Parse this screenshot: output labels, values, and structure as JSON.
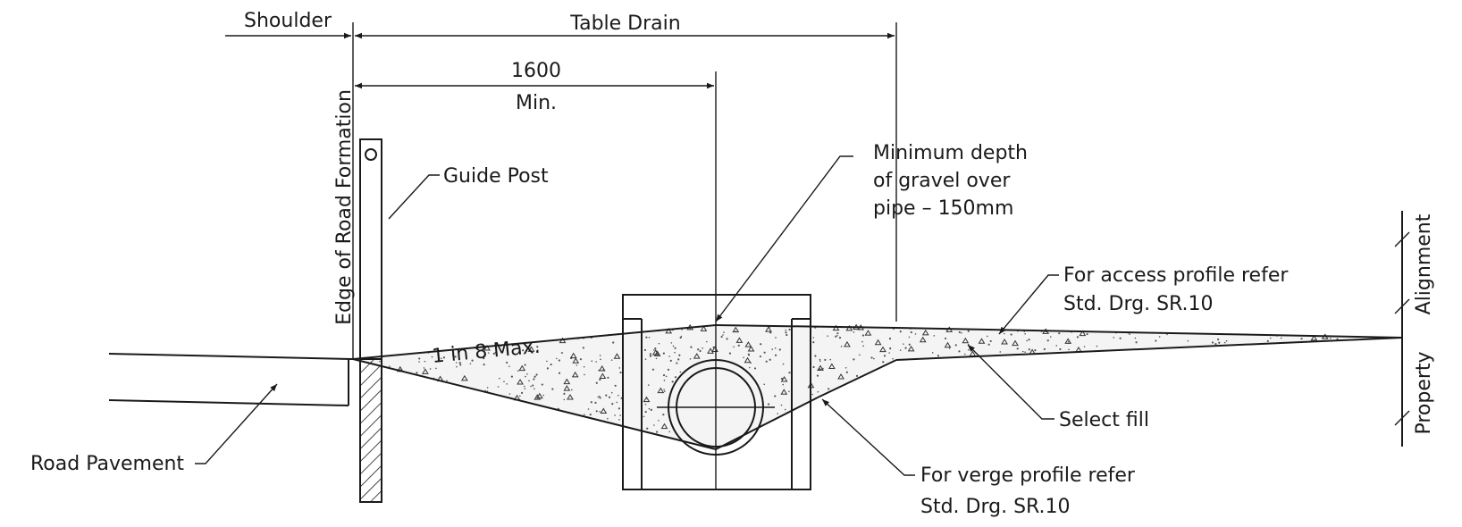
{
  "labels": {
    "shoulder": "Shoulder",
    "table_drain": "Table Drain",
    "dim_1600": "1600",
    "dim_min": "Min.",
    "edge_of_road_formation": "Edge of Road Formation",
    "guide_post": "Guide Post",
    "min_depth_line1": "Minimum depth",
    "min_depth_line2": "of gravel over",
    "min_depth_line3": "pipe – 150mm",
    "access_profile_line1": "For access profile refer",
    "access_profile_line2": "Std. Drg. SR.10",
    "slope": "1 in 8 Max.",
    "road_pavement": "Road Pavement",
    "select_fill": "Select fill",
    "verge_profile_line1": "For verge profile refer",
    "verge_profile_line2": "Std. Drg. SR.10",
    "property": "Property",
    "alignment": "Alignment"
  },
  "colors": {
    "ink": "#1a1a1a",
    "background": "#ffffff"
  }
}
